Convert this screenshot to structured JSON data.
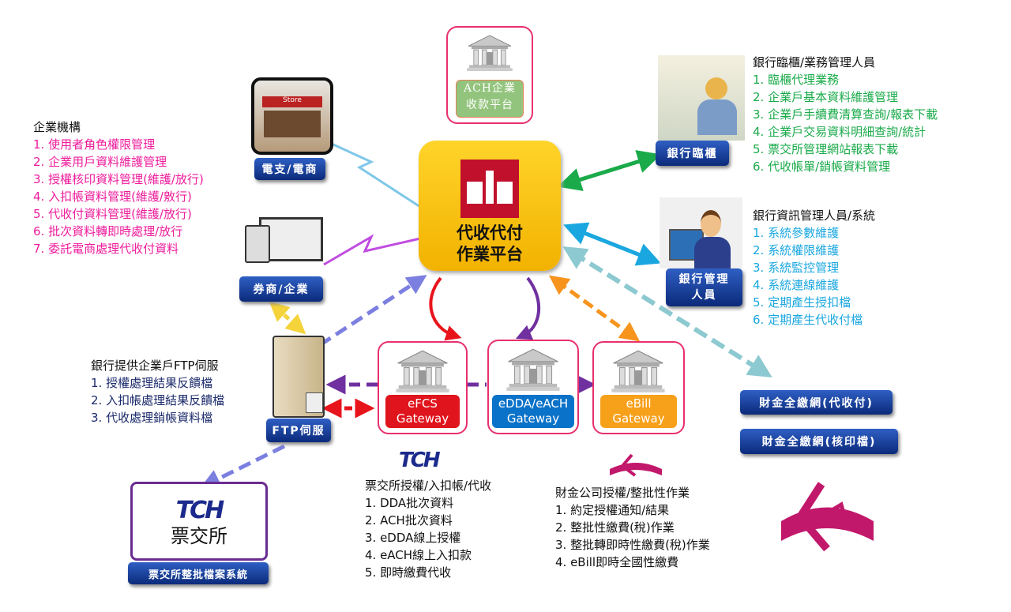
{
  "central": {
    "title_line1": "代收代付",
    "title_line2": "作業平台",
    "logo": "fisc-sir-logo"
  },
  "ach": {
    "label_line1": "ACH企業",
    "label_line2": "收款平台",
    "icon": "bank-icon"
  },
  "nodes": {
    "ecommerce": {
      "label": "電支/電商",
      "icon": "store-icon"
    },
    "broker": {
      "label": "券商/企業",
      "icon": "computer-screens-icon"
    },
    "bank_counter": {
      "label": "銀行臨櫃",
      "icon": "bank-teller-icon"
    },
    "bank_admin": {
      "label_line1": "銀行管理",
      "label_line2": "人員",
      "icon": "admin-user-icon"
    },
    "ftp": {
      "label": "FTP伺服",
      "icon": "server-icon"
    },
    "tch_system": {
      "name": "票交所",
      "label": "票交所整批檔案系統"
    },
    "fisc_collect": {
      "label": "財金全繳網(代收付)"
    },
    "fisc_verify": {
      "label": "財金全繳網(核印檔)"
    }
  },
  "gateways": [
    {
      "line1": "eFCS",
      "line2": "Gateway",
      "color": "#e0141c"
    },
    {
      "line1": "eDDA/eACH",
      "line2": "Gateway",
      "color": "#0a72c8"
    },
    {
      "line1": "eBill",
      "line2": "Gateway",
      "color": "#f7a01a"
    }
  ],
  "enterprise": {
    "title": "企業機構",
    "color": "#ee1c9c",
    "items": [
      "1. 使用者角色權限管理",
      "2. 企業用戶資料維護管理",
      "3. 授權核印資料管理(維護/放行)",
      "4. 入扣帳資料管理(維護/敫行)",
      "5. 代收付資料管理(維護/放行)",
      "6. 批次資料轉即時處理/放行",
      "7. 委託電商處理代收付資料"
    ]
  },
  "bank_staff": {
    "title": "銀行臨櫃/業務管理人員",
    "color": "#1aaa4a",
    "items": [
      "1. 臨櫃代理業務",
      "2. 企業戶基本資料維護管理",
      "3. 企業戶手續費清算查詢/報表下載",
      "4. 企業戶交易資料明細查詢/統計",
      "5. 票交所管理網站報表下載",
      "6. 代收帳單/銷帳資料管理"
    ]
  },
  "bank_it": {
    "title": "銀行資訊管理人員/系統",
    "color": "#1aa7e0",
    "items": [
      "1. 系統參數維護",
      "2. 系統權限維護",
      "3. 系統監控管理",
      "4. 系統連線維護",
      "5. 定期產生授扣檔",
      "6. 定期產生代收付檔"
    ]
  },
  "ftp_info": {
    "title": "銀行提供企業戶FTP伺服",
    "color": "#1b2a6b",
    "items": [
      "1. 授權處理結果反饋檔",
      "2. 入扣帳處理結果反饋檔",
      "3. 代收處理銷帳資料檔"
    ]
  },
  "tch_info": {
    "title": "票交所授權/入扣帳/代收",
    "items": [
      "1. DDA批次資料",
      "2. ACH批次資料",
      "3. eDDA線上授權",
      "4. eACH線上入扣款",
      "5. 即時繳費代收"
    ]
  },
  "fisc_info": {
    "title": "財金公司授權/整批性作業",
    "items": [
      "1. 約定授權通知/結果",
      "2. 整批性繳費(稅)作業",
      "3. 整批轉即時性繳費(稅)作業",
      "4. eBill即時全國性繳費"
    ]
  },
  "logos": {
    "tch": "TCH",
    "fisc": "fisc-logo"
  }
}
